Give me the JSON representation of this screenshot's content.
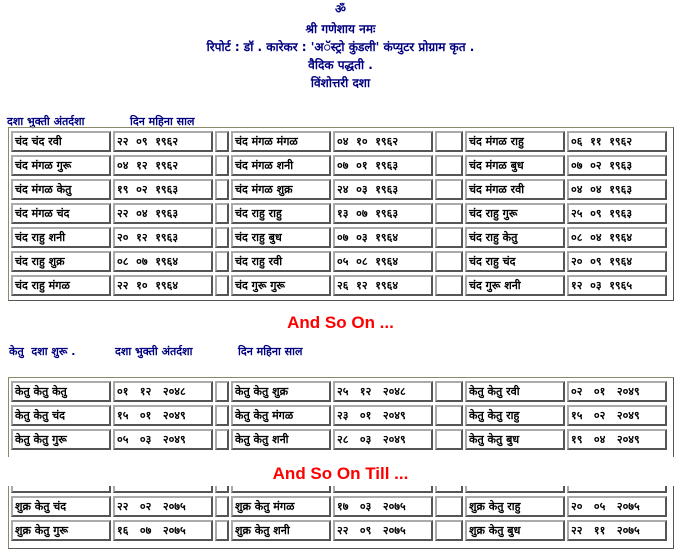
{
  "header": {
    "om": "ॐ",
    "line1": "श्री गणेशाय नमः",
    "line2": "रिपोर्ट : डॉ . कारेकर : 'अॅस्ट्रो कुंडली' कंप्युटर प्रोग्राम कृत  .",
    "line3": "वैदिक पद्धती .",
    "line4": "विंशोत्तरी दशा"
  },
  "section1": {
    "col_label": "दशा भुक्ती अंतर्दशा",
    "date_label": "दिन महिना साल",
    "rows": [
      [
        [
          "चंद चंद रवी",
          "२२  ०९  १९६२"
        ],
        [
          "चंद मंगळ मंगळ",
          "०४  १०  १९६२"
        ],
        [
          "चंद मंगळ राहु",
          "०६  ११  १९६२"
        ]
      ],
      [
        [
          "चंद मंगळ गुरू",
          "०४  १२  १९६२"
        ],
        [
          "चंद मंगळ शनी",
          "०७  ०१  १९६३"
        ],
        [
          "चंद मंगळ बुध",
          "०७  ०२  १९६३"
        ]
      ],
      [
        [
          "चंद मंगळ केतु",
          "१९  ०२  १९६३"
        ],
        [
          "चंद मंगळ शुक्र",
          "२४  ०३  १९६३"
        ],
        [
          "चंद मंगळ रवी",
          "०४  ०४  १९६३"
        ]
      ],
      [
        [
          "चंद मंगळ चंद",
          "२२  ०४  १९६३"
        ],
        [
          "चंद राहु राहु",
          "१३  ०७  १९६३"
        ],
        [
          "चंद राहु गुरू",
          "२५  ०९  १९६३"
        ]
      ],
      [
        [
          "चंद राहु शनी",
          "२०  १२  १९६३"
        ],
        [
          "चंद राहु बुध",
          "०७  ०३  १९६४"
        ],
        [
          "चंद राहु केतु",
          "०८  ०४  १९६४"
        ]
      ],
      [
        [
          "चंद राहु शुक्र",
          "०८  ०७  १९६४"
        ],
        [
          "चंद राहु रवी",
          "०५  ०८  १९६४"
        ],
        [
          "चंद राहु चंद",
          "२०  ०९  १९६४"
        ]
      ],
      [
        [
          "चंद राहु मंगळ",
          "२२  १०  १९६४"
        ],
        [
          "चंद गुरू गुरू",
          "२६  १२  १९६४"
        ],
        [
          "चंद गुरू शनी",
          "१२  ०३  १९६५"
        ]
      ]
    ]
  },
  "and_so_on": "And So On ...",
  "section2": {
    "dasha_label": "केतु  दशा शुरू .",
    "col_label": "दशा भुक्ती अंतर्दशा",
    "date_label": "दिन महिना साल",
    "rows": [
      [
        [
          "केतु केतु केतु",
          "०१   १२   २०४८"
        ],
        [
          "केतु केतु शुक्र",
          "२५   १२   २०४८"
        ],
        [
          "केतु केतु रवी",
          "०२   ०१   २०४९"
        ]
      ],
      [
        [
          "केतु केतु चंद",
          "१५   ०१   २०४९"
        ],
        [
          "केतु केतु मंगळ",
          "२३   ०१   २०४९"
        ],
        [
          "केतु केतु राहु",
          "१५   ०२   २०४९"
        ]
      ],
      [
        [
          "केतु केतु गुरू",
          "०५   ०३   २०४९"
        ],
        [
          "केतु केतु शनी",
          "२८   ०३   २०४९"
        ],
        [
          "केतु केतु बुध",
          "१९   ०४   २०४९"
        ]
      ]
    ]
  },
  "and_so_on_till": "And So On Till ...",
  "section3": {
    "rows": [
      [
        [
          "",
          ""
        ],
        [
          "",
          ""
        ],
        [
          "",
          ""
        ]
      ],
      [
        [
          "शुक्र केतु चंद",
          "२२   ०२   २०७५"
        ],
        [
          "शुक्र केतु मंगळ",
          "१७   ०३   २०७५"
        ],
        [
          "शुक्र केतु राहु",
          "२०   ०५   २०७५"
        ]
      ],
      [
        [
          "शुक्र केतु गुरू",
          "१६   ०७   २०७५"
        ],
        [
          "शुक्र केतु शनी",
          "२२   ०९   २०७५"
        ],
        [
          "शुक्र केतु बुध",
          "२२   ११   २०७५"
        ]
      ]
    ]
  }
}
